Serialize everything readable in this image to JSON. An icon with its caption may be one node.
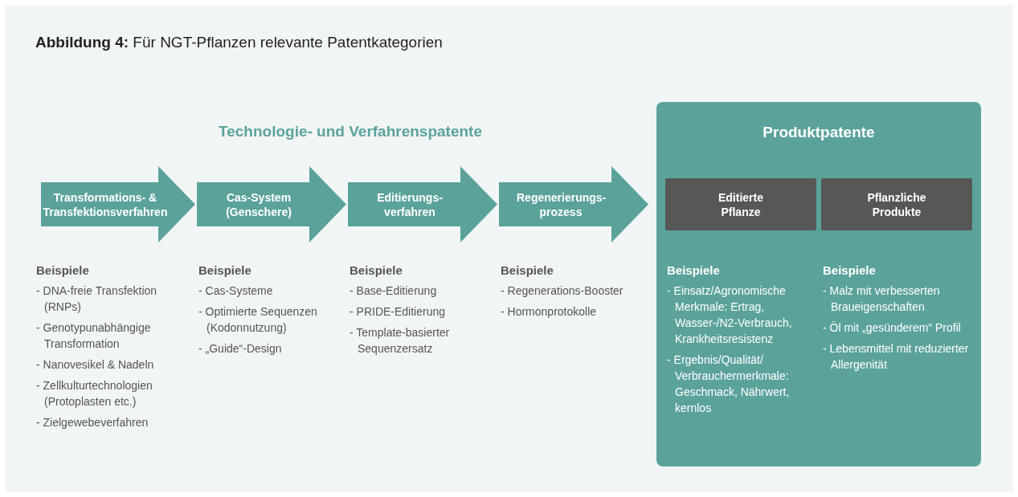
{
  "diagram": {
    "title": "**Abbildung 4:** Für NGT-Pflanzen relevante Patentkategorien",
    "nodes": [
      {
        "text": [
          "Transformations- & Transfektionsverfahren"
        ],
        "beside": [
          "Beispiele",
          "- DNA-freie Transfektion (RNPs)",
          "- Genotypunabhängige Transformation",
          "- Nanovesikel & Nadeln",
          "- Zellkulturtechnologien (Protoplasten etc.)",
          "- Zielgewebeverfahren"
        ]
      },
      {
        "text": [
          "Cas-System (Genschere)"
        ],
        "beside": [
          "Beispiele",
          "- Cas-Systeme",
          "- Optimierte Sequenzen (Kodonnutzung)",
          "- „Guide“-Design"
        ]
      },
      {
        "text": [
          "Editierungs- verfahren"
        ],
        "beside": [
          "Beispiele",
          "- Base-Editierung",
          "- PRIDE-Editierung",
          "- Template-basierter Sequenzersatz"
        ]
      },
      {
        "text": [
          "Regenerierungs- prozess"
        ],
        "beside": [
          "Beispiele",
          "- Regenerations-Booster",
          "- Hormonprotokolle"
        ]
      },
      {
        "text": [
          "Produktpatente"
        ]
      },
      {
        "text": [
          "Editierte Pflanze"
        ],
        "in": 4,
        "beside": [
          "Beispiele",
          "- Einsatz/Agronomische Merkmale: Ertrag, Wasser-/N2-Verbrauch, Krankheitsresistenz",
          "- Ergebnis/Qualität/ Verbrauchermerkmale: Geschmack, Nährwert, kernlos"
        ]
      },
      {
        "text": [
          "Pflanzliche Produkte"
        ],
        "in": 4,
        "beside": [
          "Beispiele",
          "- Malz mit verbesserten Braueigenschaften",
          "- Öl mit „gesünderem“ Profil",
          "- Lebensmittel mit reduzierter Allergenität"
        ]
      }
    ],
    "labels": [
      "Technologie- und Verfahrenspatente"
    ]
  }
}
